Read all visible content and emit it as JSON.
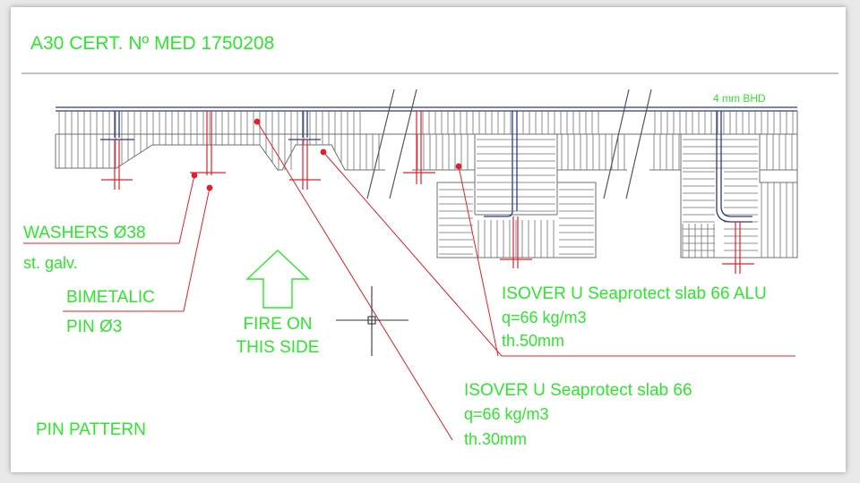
{
  "title": "A30 CERT. Nº MED 1750208",
  "bulkhead_label": "4 mm BHD",
  "washers": {
    "line1": "WASHERS Ø38",
    "line2": "st. galv."
  },
  "pin": {
    "line1": "BIMETALIC",
    "line2": "PIN Ø3"
  },
  "fire": {
    "line1": "FIRE ON",
    "line2": "THIS SIDE"
  },
  "slab_alu": {
    "line1": "ISOVER U Seaprotect slab 66 ALU",
    "line2": "q=66 kg/m3",
    "line3": "th.50mm"
  },
  "slab": {
    "line1": "ISOVER U Seaprotect slab 66",
    "line2": "q=66 kg/m3",
    "line3": "th.30mm"
  },
  "pattern_label": "PIN PATTERN",
  "colors": {
    "text": "#2ee62e",
    "leader": "#e0202a",
    "steel": "#2d3a8c",
    "hatch": "#6f6f6f"
  }
}
